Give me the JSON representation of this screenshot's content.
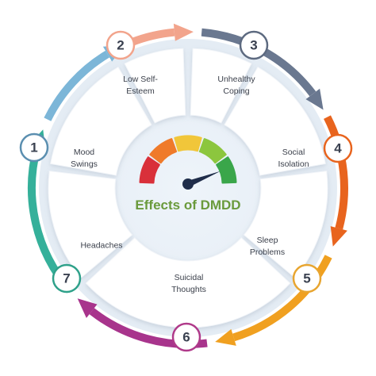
{
  "diagram": {
    "title": "Effects of DMDD",
    "steps": [
      {
        "number": "1",
        "label": "Mood\nSwings",
        "color": "#5b8fb0"
      },
      {
        "number": "2",
        "label": "Low Self-\nEsteem",
        "color": "#f2a48c"
      },
      {
        "number": "3",
        "label": "Unhealthy\nCoping",
        "color": "#5d6a80"
      },
      {
        "number": "4",
        "label": "Social\nIsolation",
        "color": "#e8641e"
      },
      {
        "number": "5",
        "label": "Sleep\nProblems",
        "color": "#e8a530"
      },
      {
        "number": "6",
        "label": "Suicidal\nThoughts",
        "color": "#b03a8a"
      },
      {
        "number": "7",
        "label": "Headaches",
        "color": "#2fa18a"
      }
    ],
    "ring_colors": {
      "mood_to_esteem": "#7cb6d8",
      "esteem_to_coping": "#f2a48c",
      "coping_to_isolation": "#6a7890",
      "isolation_to_sleep": "#e8641e",
      "sleep_to_suicidal": "#f0a020",
      "suicidal_to_headaches": "#a8348c",
      "headaches_to_mood": "#35b09a"
    },
    "gauge": {
      "segment_colors": [
        "#d9303a",
        "#ef7a2a",
        "#f1c63a",
        "#8cc63e",
        "#3aa64a"
      ],
      "level": 0.88,
      "needle_color": "#1f2d4a"
    },
    "background_accent": "#eaf2f8"
  }
}
